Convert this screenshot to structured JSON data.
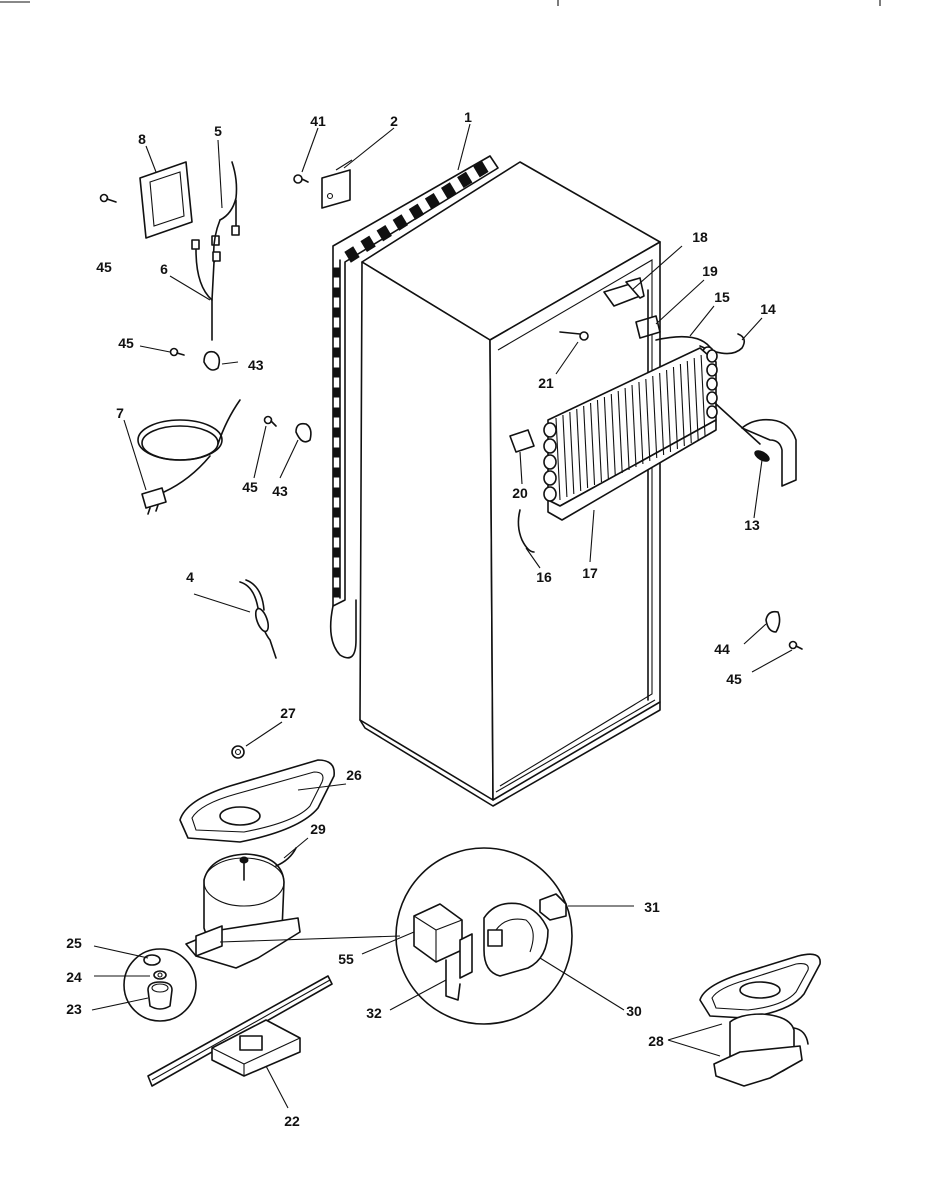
{
  "callouts": [
    "1",
    "2",
    "41",
    "8",
    "5",
    "45",
    "6",
    "45",
    "43",
    "7",
    "45",
    "43",
    "4",
    "18",
    "19",
    "15",
    "14",
    "21",
    "20",
    "13",
    "16",
    "17",
    "44",
    "45",
    "27",
    "26",
    "29",
    "25",
    "24",
    "23",
    "55",
    "31",
    "30",
    "32",
    "22",
    "28"
  ]
}
